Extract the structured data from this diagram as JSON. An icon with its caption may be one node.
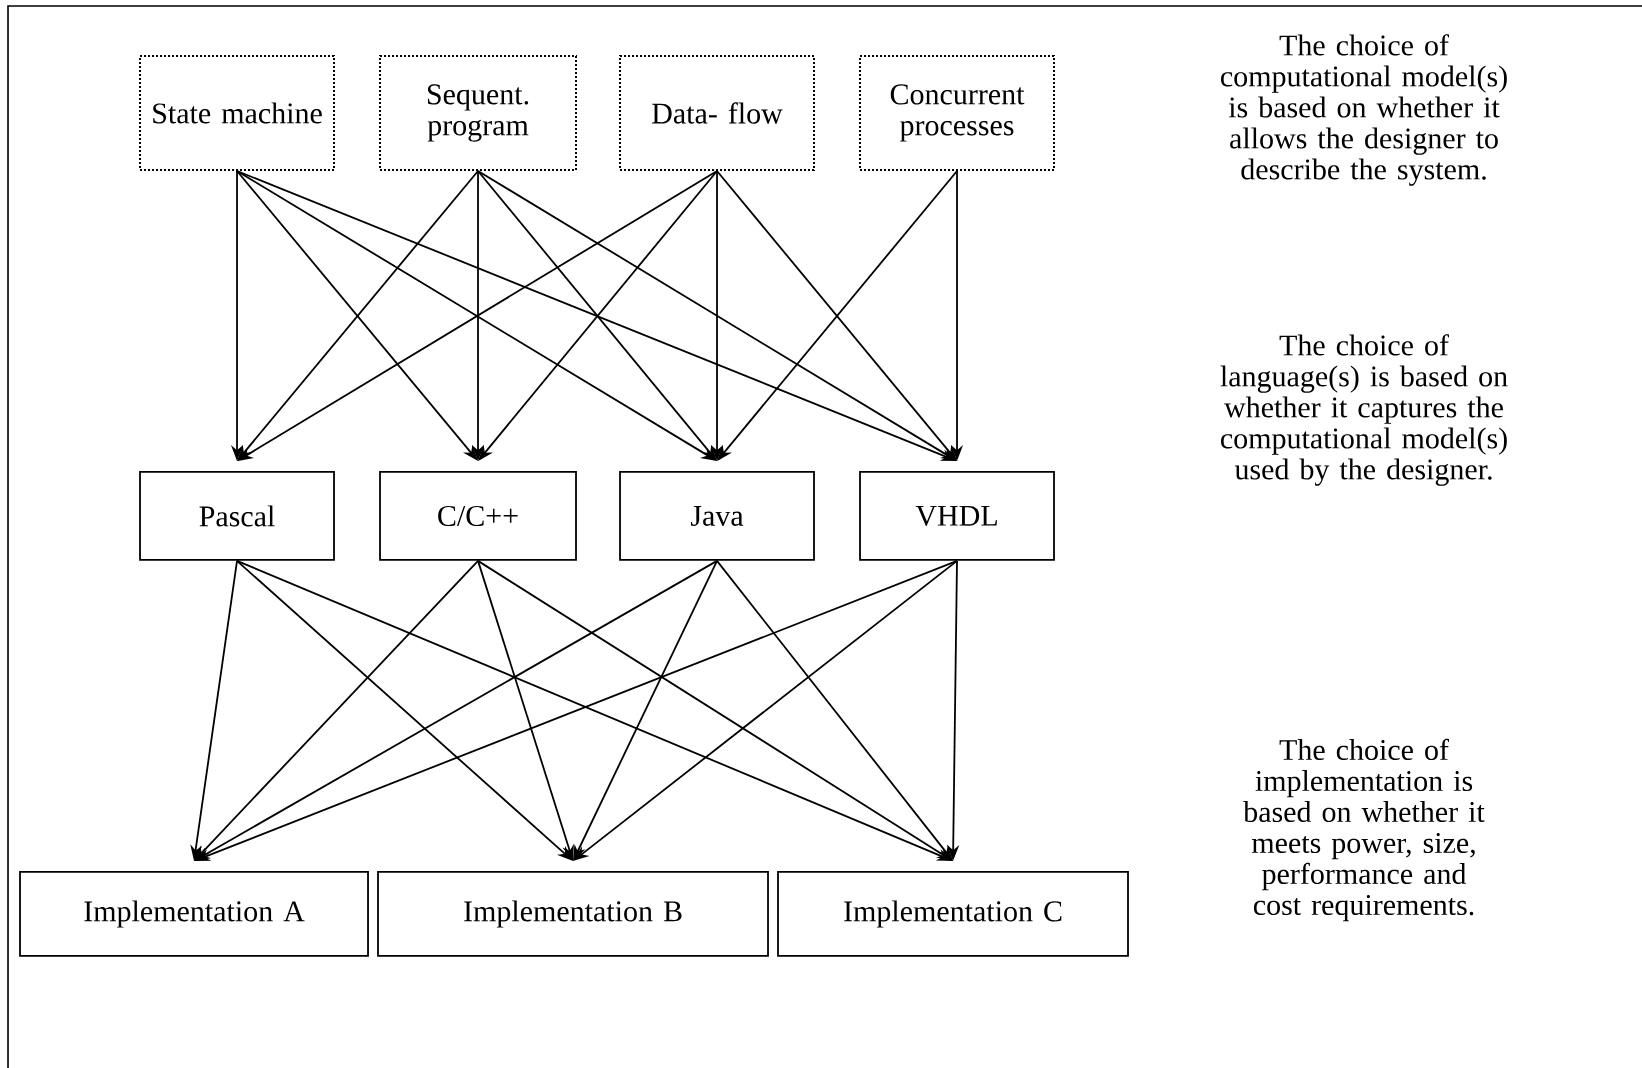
{
  "diagram": {
    "nodes": [
      {
        "text": [
          "State machine"
        ]
      },
      {
        "text": [
          "Sequent. program"
        ]
      },
      {
        "text": [
          "Data- flow"
        ]
      },
      {
        "text": [
          "Concurrent processes"
        ]
      },
      {
        "text": [
          "Pascal"
        ]
      },
      {
        "text": [
          "C/C++"
        ]
      },
      {
        "text": [
          "Java"
        ]
      },
      {
        "text": [
          "VHDL"
        ]
      },
      {
        "text": [
          "Implementation A"
        ]
      },
      {
        "text": [
          "Implementation B"
        ]
      },
      {
        "text": [
          "Implementation C"
        ]
      }
    ],
    "edges": [
      {
        "from": 0,
        "to": 4,
        "arrow": "to"
      },
      {
        "from": 0,
        "to": 5,
        "arrow": "to"
      },
      {
        "from": 0,
        "to": 6,
        "arrow": "to"
      },
      {
        "from": 0,
        "to": 7,
        "arrow": "to"
      },
      {
        "from": 1,
        "to": 4,
        "arrow": "to"
      },
      {
        "from": 1,
        "to": 5,
        "arrow": "to"
      },
      {
        "from": 1,
        "to": 6,
        "arrow": "to"
      },
      {
        "from": 1,
        "to": 7,
        "arrow": "to"
      },
      {
        "from": 2,
        "to": 4,
        "arrow": "to"
      },
      {
        "from": 2,
        "to": 5,
        "arrow": "to"
      },
      {
        "from": 2,
        "to": 6,
        "arrow": "to"
      },
      {
        "from": 2,
        "to": 7,
        "arrow": "to"
      },
      {
        "from": 3,
        "to": 6,
        "arrow": "to"
      },
      {
        "from": 3,
        "to": 7,
        "arrow": "to"
      },
      {
        "from": 4,
        "to": 8,
        "arrow": "to"
      },
      {
        "from": 4,
        "to": 9,
        "arrow": "to"
      },
      {
        "from": 4,
        "to": 10,
        "arrow": "to"
      },
      {
        "from": 5,
        "to": 8,
        "arrow": "to"
      },
      {
        "from": 5,
        "to": 9,
        "arrow": "to"
      },
      {
        "from": 5,
        "to": 10,
        "arrow": "to"
      },
      {
        "from": 6,
        "to": 8,
        "arrow": "to"
      },
      {
        "from": 6,
        "to": 9,
        "arrow": "to"
      },
      {
        "from": 6,
        "to": 10,
        "arrow": "to"
      },
      {
        "from": 7,
        "to": 8,
        "arrow": "to"
      },
      {
        "from": 7,
        "to": 9,
        "arrow": "to"
      },
      {
        "from": 7,
        "to": 10,
        "arrow": "to"
      }
    ],
    "labels": [
      "The choice of computational model(s) is based on whether it allows the designer to describe the system.",
      "The choice of language(s) is based on whether it captures the computational model(s) used by the designer.",
      "The choice of implementation is based on whether it meets power, size, performance and cost requirements."
    ]
  }
}
